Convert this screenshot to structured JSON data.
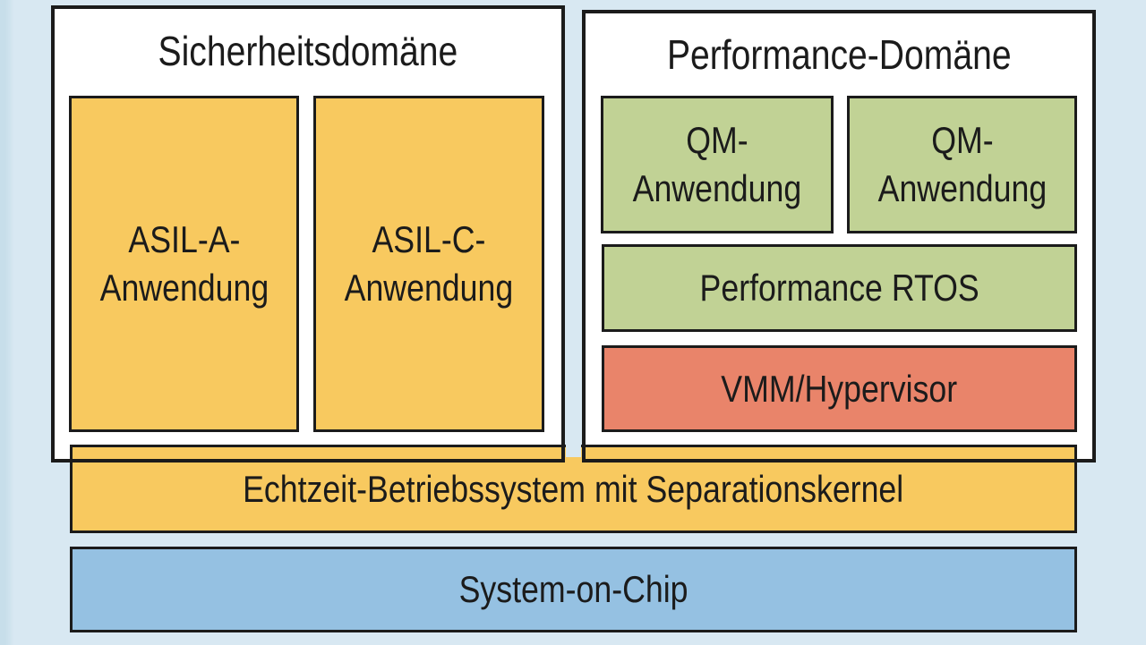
{
  "colors": {
    "background": "#d8e8f2",
    "edge": "#c7deea",
    "panel": "#ffffff",
    "ink": "#1b1b1b",
    "yellow": "#f8c95f",
    "green": "#c1d295",
    "salmon": "#e9846a",
    "blue": "#95c1e2"
  },
  "safety_domain": {
    "title": "Sicherheitsdomäne",
    "apps": [
      {
        "line1": "ASIL-A-",
        "line2": "Anwendung"
      },
      {
        "line1": "ASIL-C-",
        "line2": "Anwendung"
      }
    ]
  },
  "performance_domain": {
    "title": "Performance-Domäne",
    "apps": [
      {
        "line1": "QM-",
        "line2": "Anwendung"
      },
      {
        "line1": "QM-",
        "line2": "Anwendung"
      }
    ],
    "rtos_label": "Performance RTOS",
    "hypervisor_label": "VMM/Hypervisor"
  },
  "layers": {
    "separation_kernel_label": "Echtzeit-Betriebssystem mit Separationskernel",
    "soc_label": "System-on-Chip"
  }
}
